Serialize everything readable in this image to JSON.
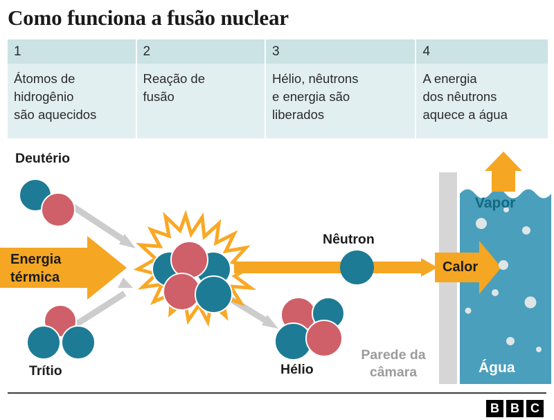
{
  "title": "Como funciona a fusão nuclear",
  "steps": [
    {
      "num": "1",
      "text": "Átomos de\nhidrogênio\nsão aquecidos"
    },
    {
      "num": "2",
      "text": "Reação de\nfusão"
    },
    {
      "num": "3",
      "text": "Hélio, nêutrons\ne energia são\nliberados"
    },
    {
      "num": "4",
      "text": "A energia\ndos nêutrons\naquece a água"
    }
  ],
  "diagram": {
    "labels": {
      "deuterium": "Deutério",
      "tritium": "Trítio",
      "helium": "Hélio",
      "neutron": "Nêutron",
      "thermal_energy": "Energia\ntérmica",
      "heat": "Calor",
      "vapor": "Vapor",
      "water": "Água",
      "chamber_wall": "Parede da\ncâmara"
    },
    "colors": {
      "proton_red": "#cf5f68",
      "neutron_teal": "#1d7b95",
      "energy_orange": "#f5a623",
      "water_blue": "#4a9fbc",
      "wall_gray": "#d6d6d6",
      "arrow_gray": "#cccccc",
      "table_header": "#cbe3e5",
      "table_body": "#e2eff1"
    }
  },
  "footer": {
    "brand_letters": [
      "B",
      "B",
      "C"
    ]
  }
}
